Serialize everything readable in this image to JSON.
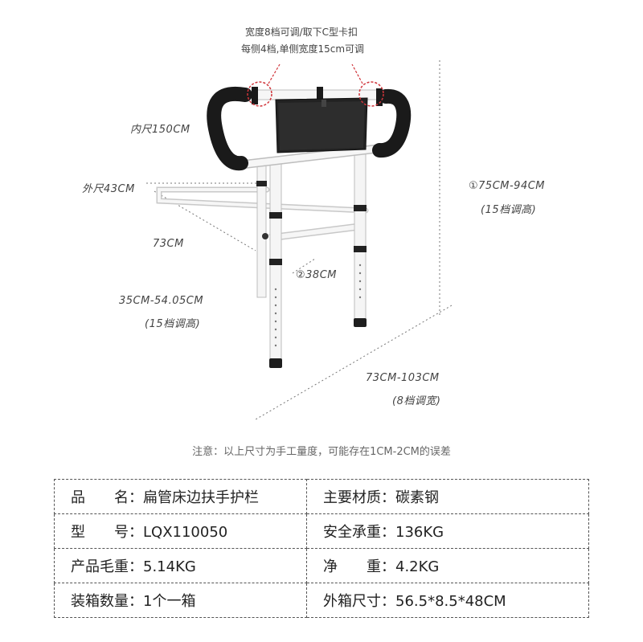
{
  "annotations": {
    "top_line1": "宽度8档可调/取下C型卡扣",
    "top_line2": "每侧4档,单侧宽度15cm可调",
    "inner": "内尺150CM",
    "outer": "外尺43CM",
    "length": "73CM",
    "depth": "②38CM",
    "leg_height": "35CM-54.05CM",
    "leg_height_note": "(15档调高)",
    "total_height": "①75CM-94CM",
    "total_height_note": "(15档调高)",
    "width_range": "73CM-103CM",
    "width_note": "(8档调宽)"
  },
  "note": "注意：以上尺寸为手工量度，可能存在1CM-2CM的误差",
  "specs": [
    {
      "left_label": "品　　名：",
      "left_value": "扁管床边扶手护栏",
      "right_label": "主要材质：",
      "right_value": "碳素钢"
    },
    {
      "left_label": "型　　号：",
      "left_value": "LQX110050",
      "right_label": "安全承重：",
      "right_value": "136KG"
    },
    {
      "left_label": "产品毛重：",
      "left_value": "5.14KG",
      "right_label": "净　　重：",
      "right_value": "4.2KG"
    },
    {
      "left_label": "装箱数量：",
      "left_value": "1个一箱",
      "right_label": "外箱尺寸：",
      "right_value": "56.5*8.5*48CM"
    }
  ],
  "colors": {
    "frame": "#f4f4f4",
    "frame_edge": "#b8b8b8",
    "grip": "#1a1a1a",
    "accent": "#d0343a"
  }
}
